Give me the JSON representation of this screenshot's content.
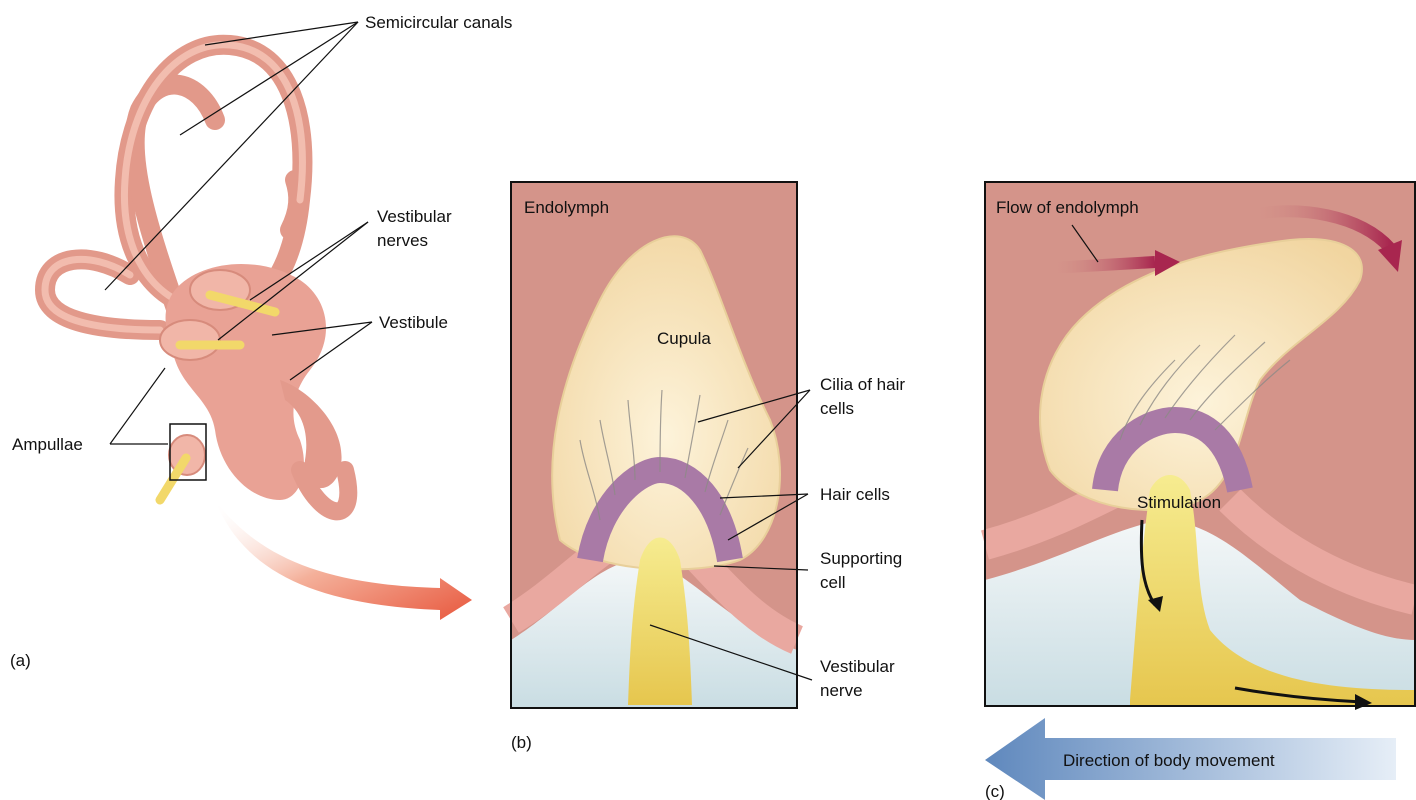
{
  "panel_a": {
    "label": "(a)",
    "semicircular_canals": "Semicircular canals",
    "vestibular_nerves_line1": "Vestibular",
    "vestibular_nerves_line2": "nerves",
    "vestibule": "Vestibule",
    "ampullae": "Ampullae"
  },
  "panel_b": {
    "label": "(b)",
    "endolymph": "Endolymph",
    "cupula": "Cupula",
    "cilia_line1": "Cilia of hair",
    "cilia_line2": "cells",
    "hair_cells": "Hair cells",
    "supporting_line1": "Supporting",
    "supporting_line2": "cell",
    "vestibular_nerve_line1": "Vestibular",
    "vestibular_nerve_line2": "nerve"
  },
  "panel_c": {
    "label": "(c)",
    "flow_of_endolymph": "Flow of endolymph",
    "stimulation": "Stimulation",
    "direction_of_body_movement": "Direction of body movement"
  },
  "colors": {
    "endolymph_bg": "#d4948a",
    "canal_pink": "#e9a89a",
    "cupula_cream": "#f7e4b8",
    "nerve_yellow": "#f0d860",
    "hair_cell_purple": "#a97aa6",
    "arrow_red": "#e8634a",
    "flow_arrow": "#b03a5a",
    "movement_arrow_blue": "#6d93c3"
  }
}
